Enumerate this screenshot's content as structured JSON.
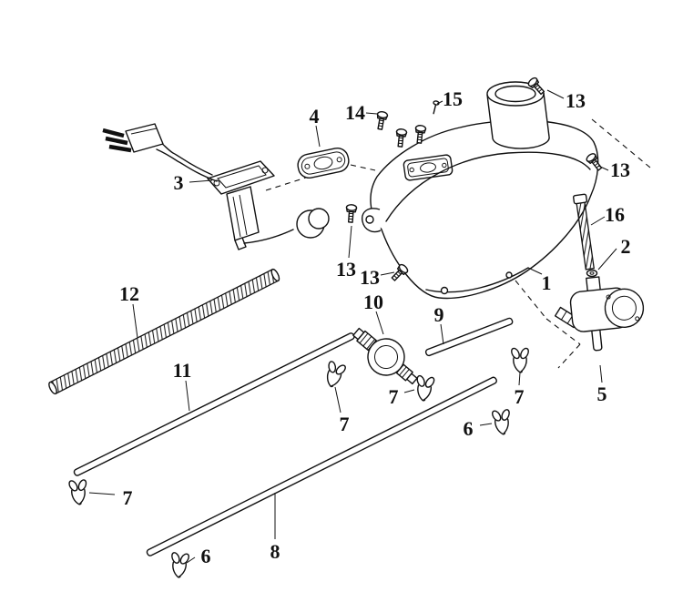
{
  "diagram": {
    "colors": {
      "background": "#ffffff",
      "line": "#111111"
    },
    "labels": [
      {
        "text": "13"
      },
      {
        "text": "15"
      },
      {
        "text": "14"
      },
      {
        "text": "4"
      },
      {
        "text": "13"
      },
      {
        "text": "3"
      },
      {
        "text": "16"
      },
      {
        "text": "2"
      },
      {
        "text": "13"
      },
      {
        "text": "13"
      },
      {
        "text": "1"
      },
      {
        "text": "12"
      },
      {
        "text": "10"
      },
      {
        "text": "9"
      },
      {
        "text": "11"
      },
      {
        "text": "7"
      },
      {
        "text": "7"
      },
      {
        "text": "5"
      },
      {
        "text": "7"
      },
      {
        "text": "6"
      },
      {
        "text": "7"
      },
      {
        "text": "6"
      },
      {
        "text": "8"
      }
    ]
  }
}
